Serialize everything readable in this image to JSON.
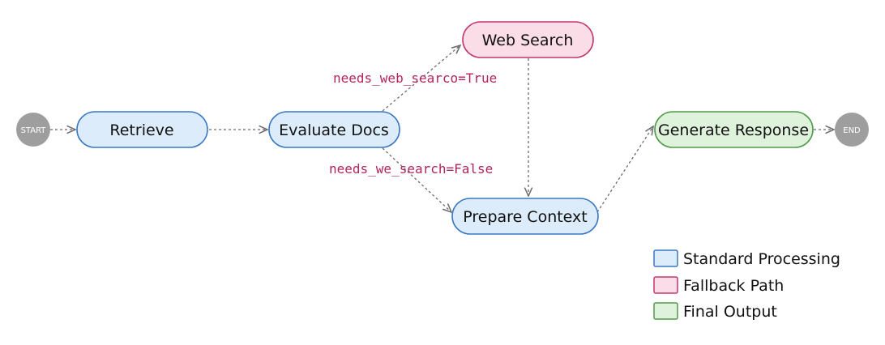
{
  "diagram": {
    "start_label": "START",
    "end_label": "END",
    "nodes": {
      "retrieve": "Retrieve",
      "evaluate": "Evaluate Docs",
      "web_search": "Web Search",
      "prepare": "Prepare Context",
      "generate": "Generate Response"
    },
    "edge_labels": {
      "web_true": "needs_web_searco=True",
      "web_false": "needs_we_search=False"
    },
    "legend": [
      {
        "label": "Standard Processing",
        "fill": "#dcecfa",
        "stroke": "#3a78c2"
      },
      {
        "label": "Fallback Path",
        "fill": "#fadde6",
        "stroke": "#c2386e"
      },
      {
        "label": "Final Output",
        "fill": "#dff2dc",
        "stroke": "#4e9a46"
      }
    ]
  },
  "colors": {
    "standard_fill": "#dcecfa",
    "standard_stroke": "#3a78c2",
    "fallback_fill": "#fadde6",
    "fallback_stroke": "#c2386e",
    "output_fill": "#dff2dc",
    "output_stroke": "#4e9a46",
    "terminal": "#9e9e9e",
    "edge_label": "#b3245e"
  }
}
